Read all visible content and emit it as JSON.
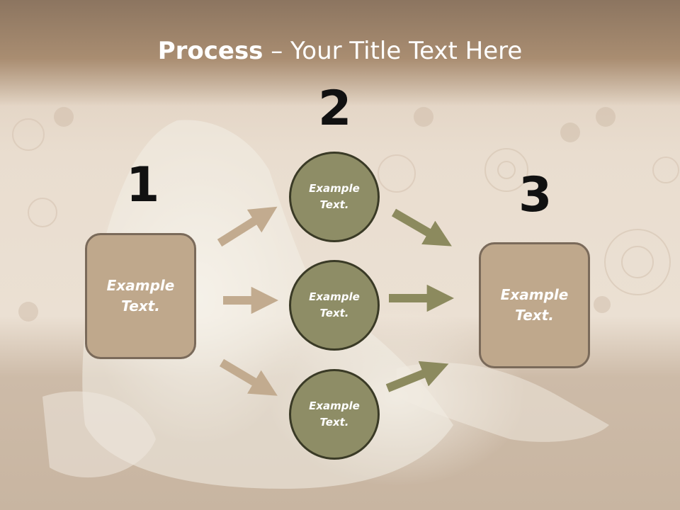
{
  "title": {
    "bold": "Process",
    "rest": " – Your Title Text Here"
  },
  "steps": {
    "one": "1",
    "two": "2",
    "three": "3"
  },
  "left_box": {
    "line1": "Example",
    "line2": "Text."
  },
  "right_box": {
    "line1": "Example",
    "line2": "Text."
  },
  "circles": [
    {
      "line1": "Example",
      "line2": "Text."
    },
    {
      "line1": "Example",
      "line2": "Text."
    },
    {
      "line1": "Example",
      "line2": "Text."
    }
  ],
  "colors": {
    "box_fill": "#bfa88c",
    "circle_fill": "#8e8d66",
    "left_arrows": "#c2ab8f",
    "right_arrows": "#8c8a5e",
    "header": "#a98d71"
  }
}
